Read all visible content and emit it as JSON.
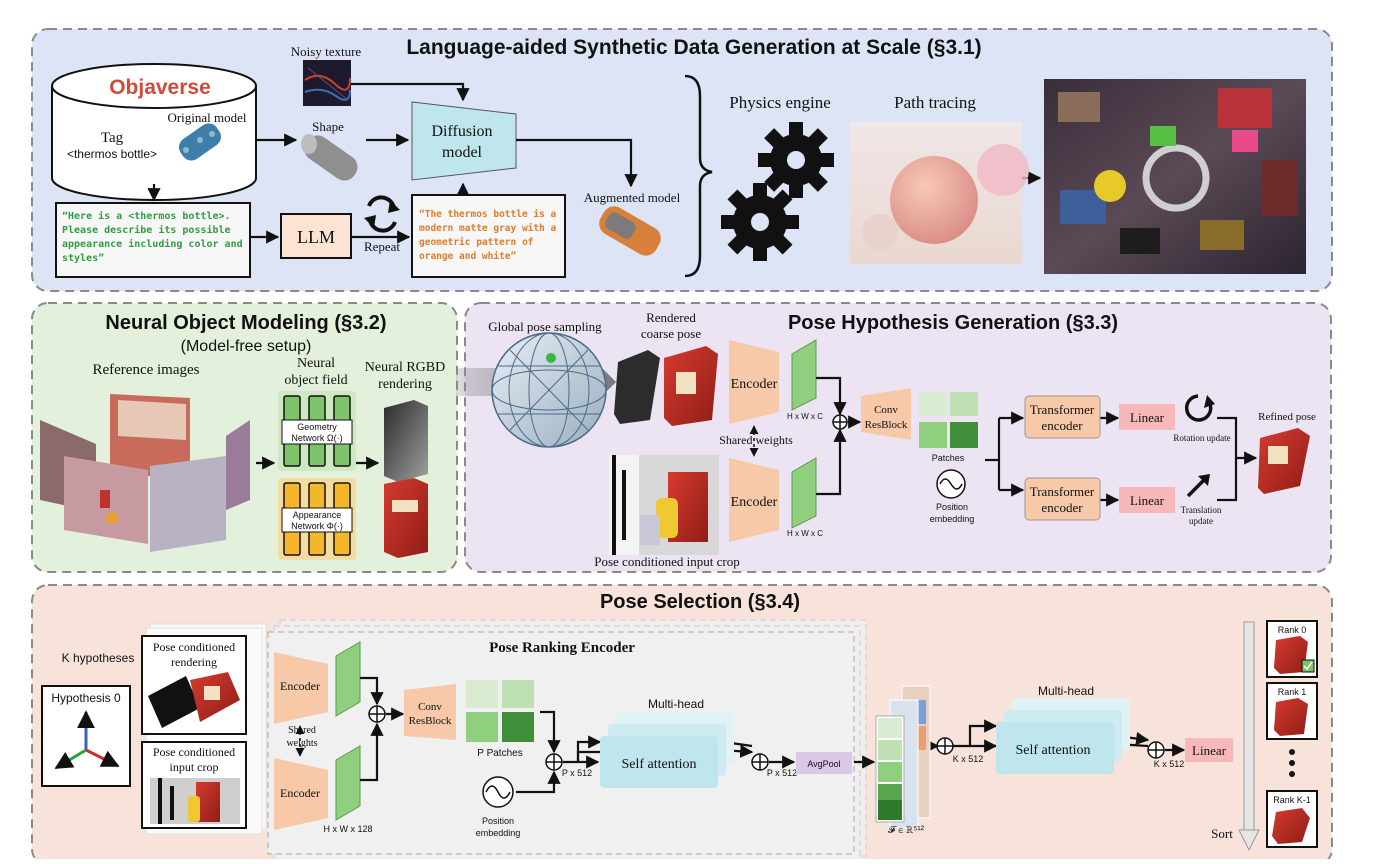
{
  "colors": {
    "panel1": "#dde4f5",
    "panel2": "#e3f0dc",
    "panel3": "#ece4f3",
    "panel4": "#f8e3db",
    "encoder": "#f8c9a8",
    "feature": "#8fcf7e",
    "diffusion": "#bfe6ec",
    "linear": "#f6b8b8",
    "transformer": "#f8c9a8",
    "attention": "#bfe6ec",
    "geometry": "#7cc36a",
    "appearance": "#f5b62a",
    "prompt_green": "#2f9e3f",
    "prompt_orange": "#e07b2a"
  },
  "section1": {
    "title": "Language-aided Synthetic Data Generation at Scale (§3.1)",
    "objaverse_logo": "Objaverse",
    "tag_label": "Tag",
    "tag_value": "<thermos bottle>",
    "original_model": "Original model",
    "noisy_texture": "Noisy texture",
    "shape": "Shape",
    "diffusion_line1": "Diffusion",
    "diffusion_line2": "model",
    "augmented_model": "Augmented model",
    "prompt_lines": [
      "“Here is a <thermos bottle>.",
      "Please describe its possible",
      "appearance including color and",
      "styles”"
    ],
    "llm": "LLM",
    "repeat": "Repeat",
    "response_lines": [
      "“The thermos bottle is a",
      "modern matte gray with a",
      "geometric pattern of",
      "orange and white”"
    ],
    "physics_engine": "Physics engine",
    "path_tracing": "Path tracing"
  },
  "section2": {
    "title": "Neural Object Modeling (§3.2)",
    "subtitle": "(Model-free setup)",
    "reference_images": "Reference images",
    "neural_field_line1": "Neural",
    "neural_field_line2": "object field",
    "rgbd_line1": "Neural RGBD",
    "rgbd_line2": "rendering",
    "geometry_line1": "Geometry",
    "geometry_line2": "Network Ω(·)",
    "appearance_line1": "Appearance",
    "appearance_line2": "Network Φ(·)"
  },
  "section3": {
    "title": "Pose Hypothesis Generation (§3.3)",
    "global_pose": "Global pose sampling",
    "rendered_line1": "Rendered",
    "rendered_line2": "coarse pose",
    "encoder": "Encoder",
    "shared_weights": "Shared weights",
    "hwc": "H x W x C",
    "conv_line1": "Conv",
    "conv_line2": "ResBlock",
    "patches": "Patches",
    "position_line1": "Position",
    "position_line2": "embedding",
    "transformer_line1": "Transformer",
    "transformer_line2": "encoder",
    "linear": "Linear",
    "rotation_update": "Rotation update",
    "translation_line1": "Translation",
    "translation_line2": "update",
    "refined_pose": "Refined pose",
    "input_crop": "Pose conditioned input crop"
  },
  "section4": {
    "title": "Pose Selection (§3.4)",
    "k_hypotheses": "K hypotheses",
    "hypothesis0": "Hypothesis 0",
    "rendering_line1": "Pose conditioned",
    "rendering_line2": "rendering",
    "crop_line1": "Pose conditioned",
    "crop_line2": "input crop",
    "ranking_encoder": "Pose Ranking Encoder",
    "encoder": "Encoder",
    "shared_line1": "Shared",
    "shared_line2": "weights",
    "hw128": "H x W x 128",
    "conv_line1": "Conv",
    "conv_line2": "ResBlock",
    "p_patches": "P Patches",
    "position_line1": "Position",
    "position_line2": "embedding",
    "p512": "P x 512",
    "multihead": "Multi-head",
    "self_attention": "Self attention",
    "avgpool": "AvgPool",
    "feature_label": "𝓕 ∈ ℝ⁵¹²",
    "k512": "K x 512",
    "linear": "Linear",
    "rank0": "Rank 0",
    "rank1": "Rank 1",
    "rankk": "Rank K-1",
    "sort": "Sort"
  }
}
